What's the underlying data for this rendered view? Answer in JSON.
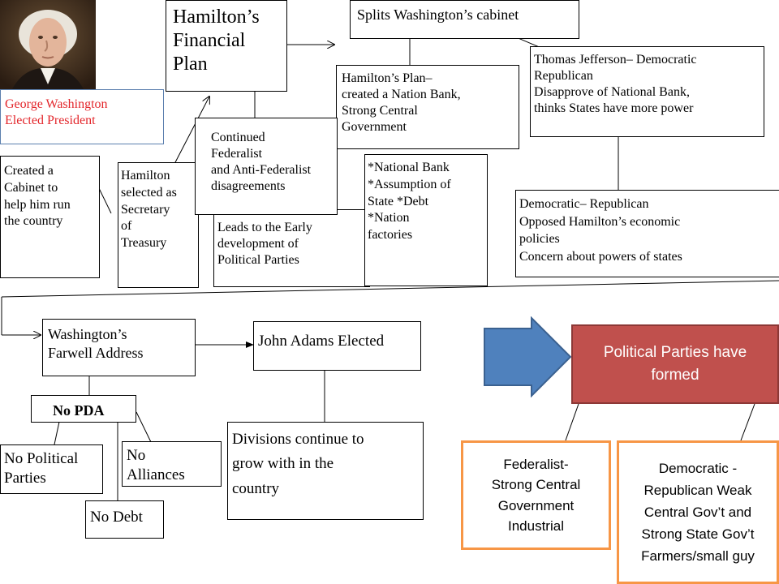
{
  "portrait": {
    "caption": "George Washington\nElected President"
  },
  "boxes": {
    "financial_plan": "Hamilton’s\nFinancial\nPlan",
    "splits": "Splits Washington’s cabinet",
    "jefferson": "Thomas Jefferson– Democratic\nRepublican\nDisapprove of National Bank,\nthinks States have more power",
    "hamilton_plan": "Hamilton’s Plan–\ncreated a Nation Bank,\nStrong Central\nGovernment",
    "continued": "Continued\n Federalist\nand Anti-Federalist\ndisagreements",
    "cabinet": "Created a\nCabinet to\nhelp him run\nthe country",
    "secretary": "Hamilton\nselected as\nSecretary\nof\nTreasury",
    "early_dev": "Leads to the Early\ndevelopment of\nPolitical Parties",
    "national_bank": "*National Bank\n*Assumption of\nState *Debt\n*Nation\nfactories",
    "dem_rep": "Democratic– Republican\nOpposed Hamilton’s economic\npolicies\nConcern about powers of states",
    "farewell": "Washington’s\nFarwell Address",
    "adams": "John Adams Elected",
    "no_pda": "No PDA",
    "no_parties": "No Political\nParties",
    "no_alliances": "No\nAlliances",
    "no_debt": "No Debt",
    "divisions": "Divisions continue to\ngrow with in the\ncountry",
    "formed": "Political Parties have formed",
    "federalist": "Federalist-\nStrong Central\nGovernment\nIndustrial",
    "dem_rep_weak": "Democratic -\nRepublican Weak\nCentral Gov’t and\nStrong State Gov’t\nFarmers/small guy"
  },
  "colors": {
    "red_text": "#e3262b",
    "arrow_blue": "#4f81bd",
    "formed_red": "#c0504d",
    "orange_border": "#f79646"
  }
}
